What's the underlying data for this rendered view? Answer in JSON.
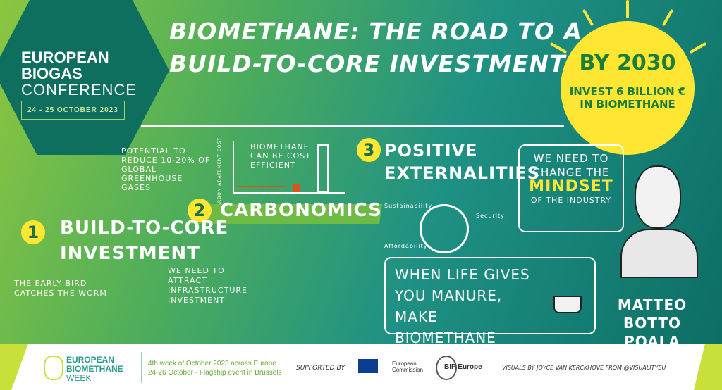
{
  "conference": {
    "line1": "EUROPEAN",
    "line2": "BIOGAS",
    "line3": "CONFERENCE",
    "dates": "24 - 25 OCTOBER 2023"
  },
  "title": {
    "line1": "Biomethane: the road to a",
    "line2": "Build-to-core investment"
  },
  "goal": {
    "year": "By 2030",
    "line1": "Invest 6 Billion €",
    "line2": "in Biomethane"
  },
  "sections": [
    {
      "number": "1",
      "label_line1": "Build-to-core",
      "label_line2": "investment"
    },
    {
      "number": "2",
      "label_line1": "Carbonomics"
    },
    {
      "number": "3",
      "label_line1": "Positive",
      "label_line2": "Externalities"
    }
  ],
  "notes": {
    "reduce": "Potential to reduce 10-20% of global greenhouse gases",
    "axis": "Carbon abatement cost",
    "efficient": "Biomethane can be cost efficient",
    "early_bird": "The early bird catches the worm",
    "attract": "We need to attract infrastructure investment",
    "sustainability": "Sustainability",
    "security": "Security",
    "affordability": "Affordability",
    "mindset_pre": "We need to change the",
    "mindset_word": "Mindset",
    "mindset_post": "of the industry",
    "manure": "When life gives you manure, make biomethane"
  },
  "speaker": {
    "first": "Matteo",
    "last": "Botto Poala"
  },
  "footer": {
    "week_line1": "EUROPEAN",
    "week_line2": "BIOMETHANE",
    "week_line3": "WEEK",
    "info_line1": "4th week of October 2023 across Europe",
    "info_line2": "24-26 October - Flagship event in Brussels",
    "supported": "Supported by",
    "ec": "European Commission",
    "bip": "BIP Europe",
    "visuals": "Visuals by Joyce Van Kerckhove from @VisualityEU"
  },
  "colors": {
    "yellow": "#ffe633",
    "teal": "#0f6f5f",
    "green": "#8cc63f"
  }
}
